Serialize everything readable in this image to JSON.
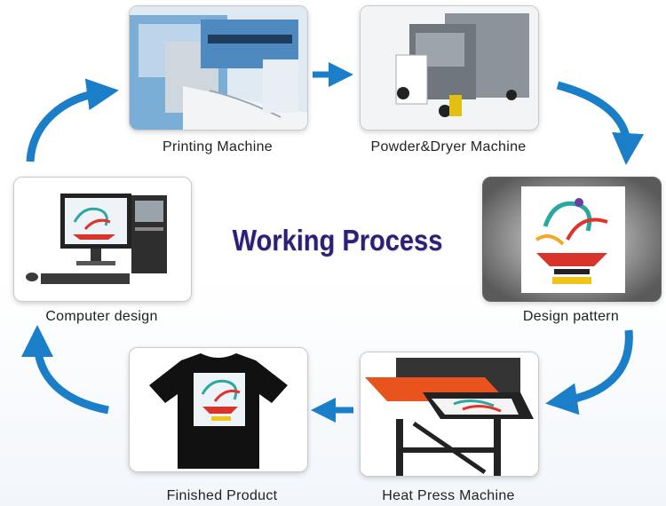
{
  "title": "Working Process",
  "steps": [
    {
      "label": "Printing Machine"
    },
    {
      "label": "Powder&Dryer Machine"
    },
    {
      "label": "Design pattern"
    },
    {
      "label": "Heat Press Machine"
    },
    {
      "label": "Finished Product"
    },
    {
      "label": "Computer design"
    }
  ],
  "colors": {
    "arrow": "#1a7fc8",
    "title": "#2b1f78",
    "label": "#222222"
  },
  "icons": [
    "printer-icon",
    "dryer-machine-icon",
    "design-artwork-icon",
    "heat-press-icon",
    "tshirt-icon",
    "computer-icon"
  ]
}
